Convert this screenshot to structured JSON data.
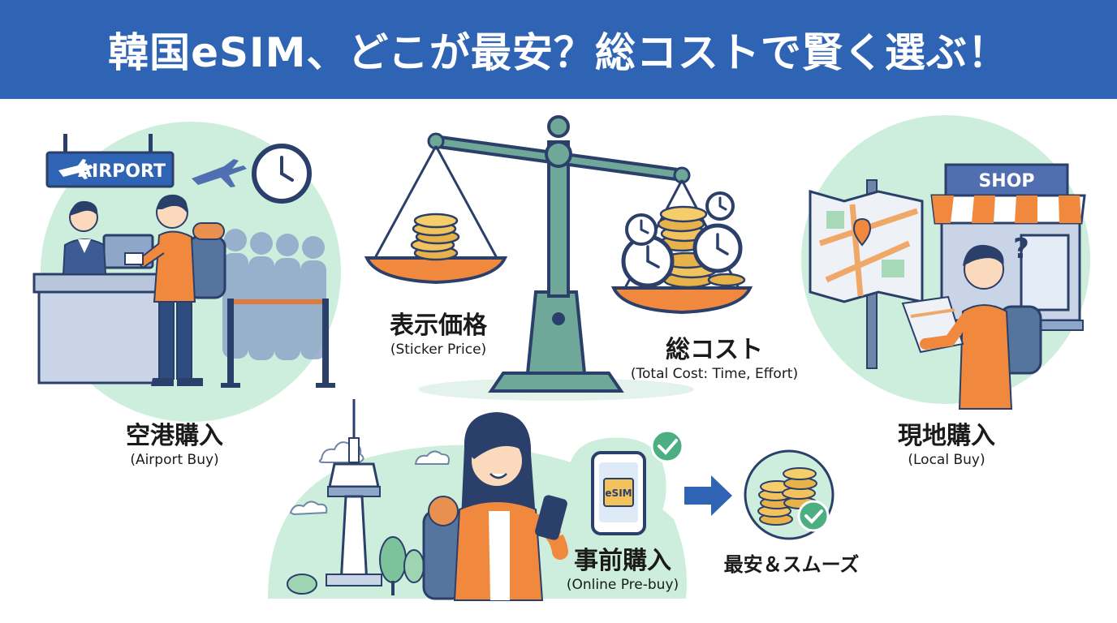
{
  "title": "韓国eSIM、どこが最安？総コストで賢く選ぶ！",
  "scale": {
    "left_label": "表示価格",
    "left_sub": "(Sticker Price)",
    "right_label": "総コスト",
    "right_sub": "(Total Cost: Time, Effort)"
  },
  "airport": {
    "sign": "AIRPORT",
    "label": "空港購入",
    "sub": "(Airport Buy)"
  },
  "local": {
    "sign": "SHOP",
    "question": "?",
    "label": "現地購入",
    "sub": "(Local Buy)"
  },
  "online": {
    "phone_chip": "eSIM",
    "label": "事前購入",
    "sub": "(Online Pre-buy)",
    "result": "最安＆スムーズ"
  },
  "colors": {
    "header_blue": "#2f63b3",
    "mint": "#cdeedd",
    "orange": "#f0883e",
    "navy": "#2b3f6b",
    "teal": "#5c9b8b",
    "green_check": "#4caf82"
  }
}
